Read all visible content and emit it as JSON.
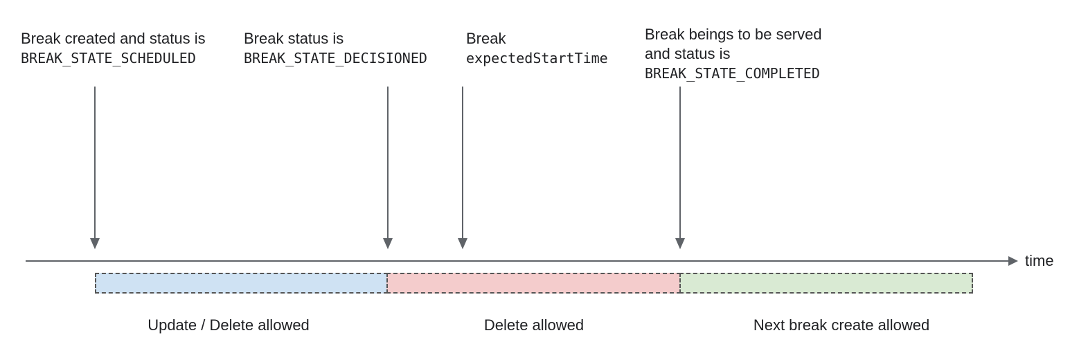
{
  "diagram": {
    "annotations": {
      "scheduled": {
        "line1": "Break created and status is",
        "state": "BREAK_STATE_SCHEDULED"
      },
      "decisioned": {
        "line1": "Break status is",
        "state": "BREAK_STATE_DECISIONED"
      },
      "expected_start": {
        "line1": "Break",
        "state": "expectedStartTime"
      },
      "completed": {
        "line1": "Break beings to be served",
        "line2": "and status is",
        "state": "BREAK_STATE_COMPLETED"
      }
    },
    "timeline": {
      "axis_label": "time",
      "line_color": "#5f6368"
    },
    "segments": [
      {
        "label": "Update / Delete allowed",
        "color": "#cfe2f3"
      },
      {
        "label": "Delete allowed",
        "color": "#f4cccc"
      },
      {
        "label": "Next break create allowed",
        "color": "#d9ead3"
      }
    ],
    "text_color": "#202124"
  }
}
